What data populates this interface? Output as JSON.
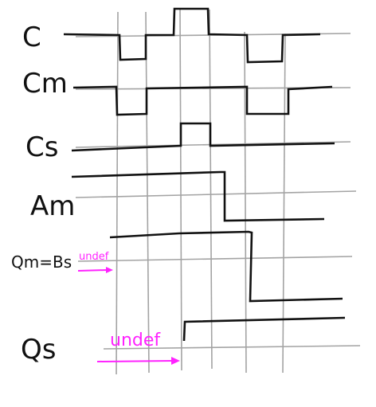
{
  "signals": [
    {
      "id": "C",
      "label": "C"
    },
    {
      "id": "Cm",
      "label": "Cm"
    },
    {
      "id": "Cs",
      "label": "Cs"
    },
    {
      "id": "Am",
      "label": "Am"
    },
    {
      "id": "Qm_Bs",
      "label": "Qm=Bs"
    },
    {
      "id": "Qs",
      "label": "Qs"
    }
  ],
  "annotations": [
    {
      "for": "Qm_Bs",
      "text": "undef"
    },
    {
      "for": "Qs",
      "text": "undef"
    }
  ],
  "colors": {
    "ink": "#111111",
    "grid": "#a3a3a3",
    "annotation": "#ff22ff",
    "background": "#ffffff"
  }
}
